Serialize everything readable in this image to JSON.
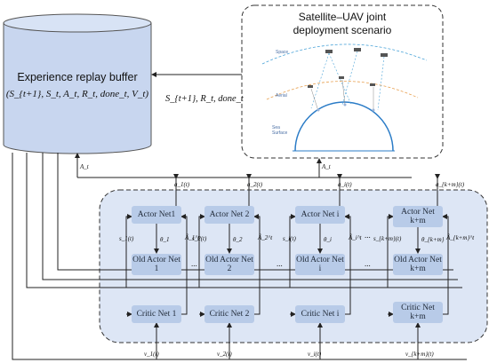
{
  "buffer": {
    "title": "Experience replay buffer",
    "tuple": "(S_{t+1}, S_t, A_t, R_t, done_t, V_t)"
  },
  "scenario": {
    "title_line1": "Satellite–UAV joint",
    "title_line2": "deployment scenario",
    "layer_space": "Space",
    "layer_aerial": "Aerial",
    "layer_sea": "Sea Surface"
  },
  "flow_label": "S_{t+1}, R_t, done_t",
  "agents": [
    {
      "actor": "Actor Net1",
      "old_actor": "Old Actor Net 1",
      "critic": "Critic Net 1",
      "a": "a_1(t)",
      "s": "s_1(t)",
      "theta": "θ_1",
      "adv": "Â_1^t",
      "v": "v_1(t)"
    },
    {
      "actor": "Actor Net 2",
      "old_actor": "Old Actor Net 2",
      "critic": "Critic Net 2",
      "a": "a_2(t)",
      "s": "s_2(t)",
      "theta": "θ_2",
      "adv": "Â_2^t",
      "v": "v_2(t)"
    },
    {
      "actor": "Actor Net i",
      "old_actor": "Old Actor Net i",
      "critic": "Critic Net i",
      "a": "a_i(t)",
      "s": "s_i(t)",
      "theta": "θ_i",
      "adv": "Â_i^t",
      "v": "v_i(t)"
    },
    {
      "actor": "Actor Net k+m",
      "old_actor": "Old Actor Net k+m",
      "critic": "Critic Net k+m",
      "a": "a_{k+m}(t)",
      "s": "s_{k+m}(t)",
      "theta": "θ_{k+m}",
      "adv": "Â_{k+m}^t",
      "v": "v_{k+m}(t)"
    }
  ],
  "action_label_left": "A_t",
  "action_label_center": "A_t",
  "ellipsis": "...",
  "colors": {
    "cylinder": "#c8d6ef",
    "panel": "#dde6f5",
    "node": "#b8cbe8",
    "line": "#222222",
    "arc_orange": "#e8a050",
    "arc_blue": "#4aa3d8"
  }
}
